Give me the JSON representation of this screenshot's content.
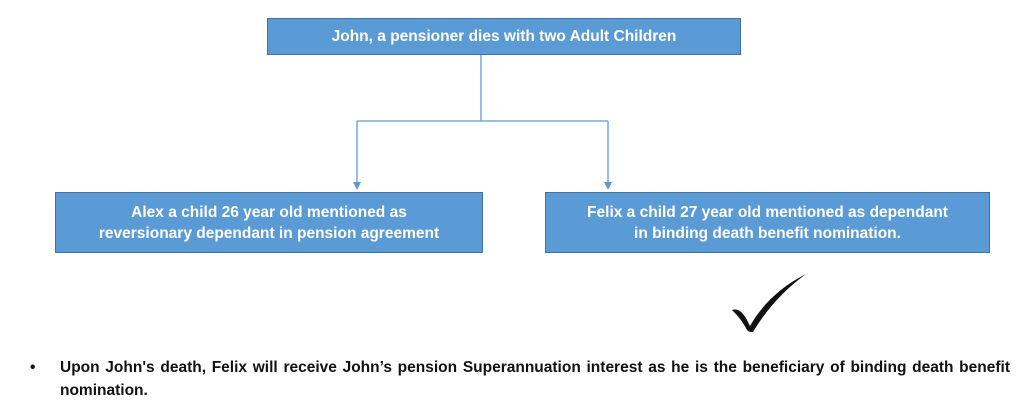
{
  "diagram": {
    "root": {
      "label": "John, a pensioner dies with two Adult Children"
    },
    "children": [
      {
        "line1": "Alex a child 26 year old mentioned as",
        "line2": "reversionary dependant in pension agreement"
      },
      {
        "line1": "Felix a child 27 year old mentioned as dependant",
        "line2": "in binding death benefit nomination."
      }
    ],
    "selected_marker": "checkmark-icon"
  },
  "notes": {
    "bullet_symbol": "•",
    "bullet_text": "Upon John's death, Felix will receive John’s pension Superannuation interest as he is the beneficiary of binding death benefit nomination."
  },
  "colors": {
    "box_fill": "#5b9bd5",
    "box_border": "#41719c",
    "connector": "#5b9bd5",
    "text_on_box": "#ffffff"
  }
}
